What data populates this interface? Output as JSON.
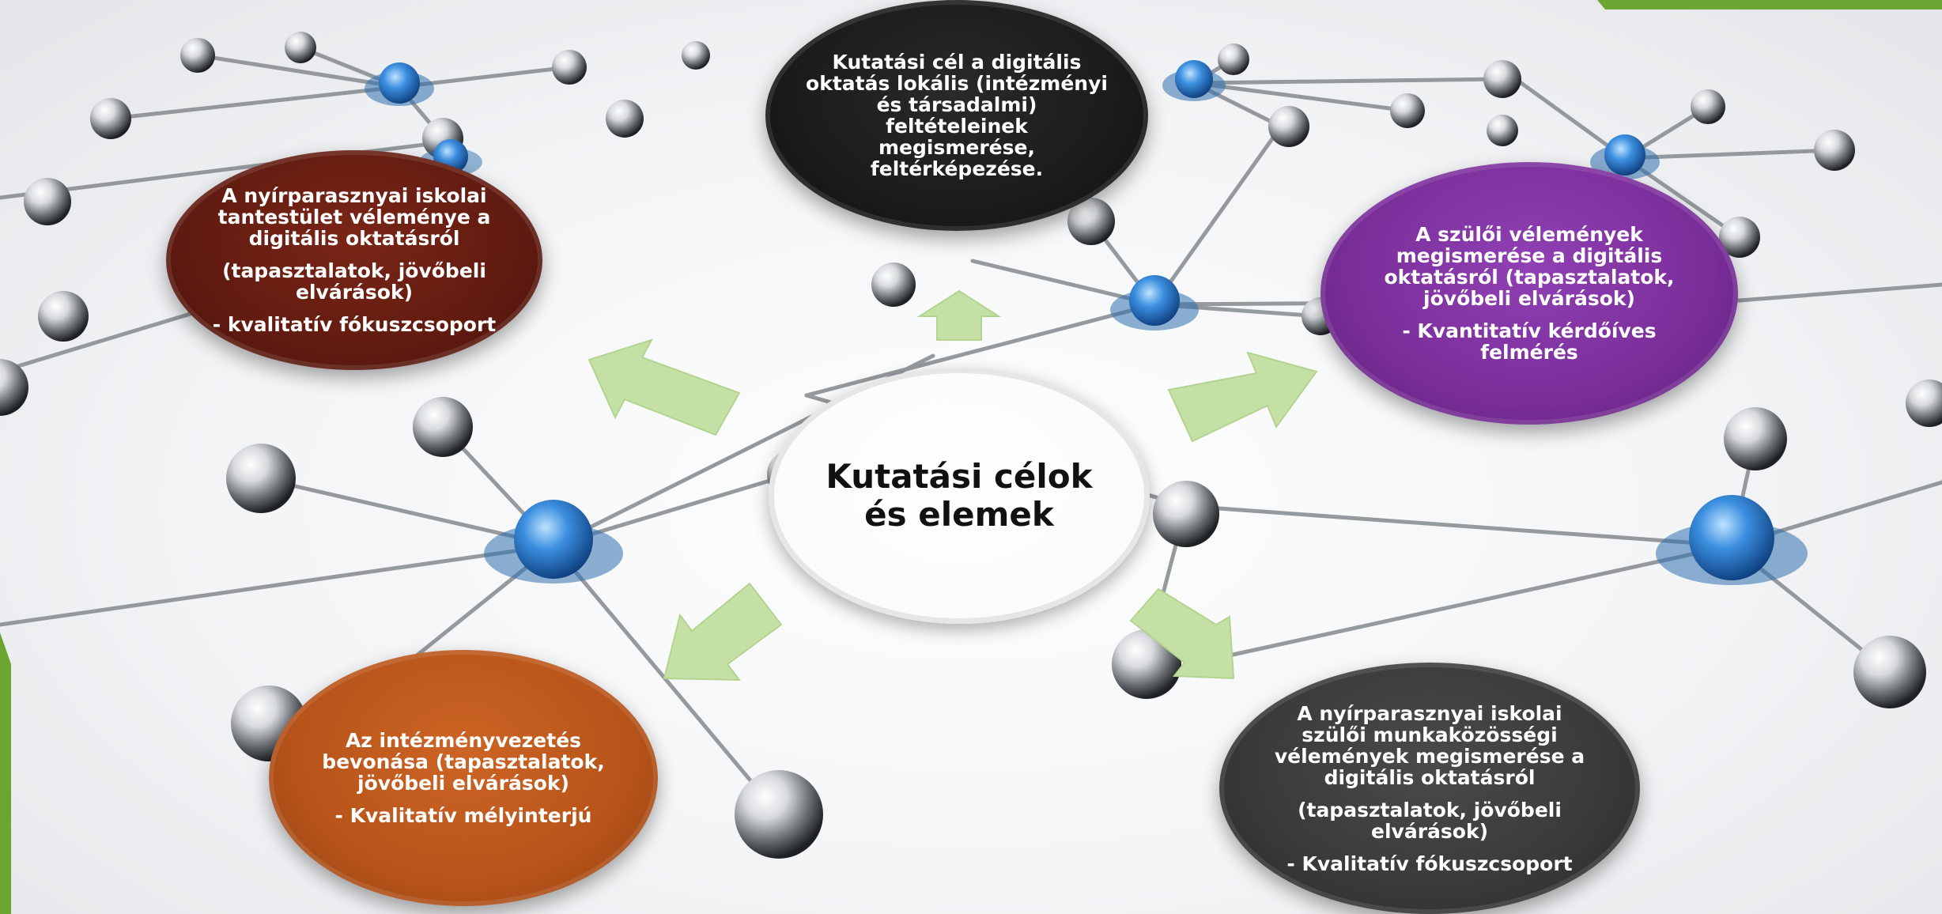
{
  "colors": {
    "arrow_fill": "#c5e0a5",
    "arrow_stroke": "#b3d491",
    "slide_accent": "#6aa631",
    "node_blue": "#1e6fc0",
    "node_silver": "#c8ccd0",
    "bubble_top": "#1b1b1b",
    "bubble_left": "#5f1a10",
    "bubble_right": "#7a2e9a",
    "bubble_bottom_left": "#b8541a",
    "bubble_bottom_right": "#3a3a3a",
    "bubble_center": "#ffffff"
  },
  "diagram": {
    "center": {
      "lines": [
        "Kutatási célok",
        "és elemek"
      ]
    },
    "top": {
      "lines": [
        "Kutatási cél a digitális",
        "oktatás lokális (intézményi",
        "és társadalmi)",
        "feltételeinek",
        "megismerése,",
        "feltérképezése."
      ]
    },
    "left": {
      "lines": [
        "A nyírparasznyai  iskolai",
        "tantestület véleménye a",
        "digitális oktatásról",
        "(tapasztalatok, jövőbeli",
        "elvárások)",
        "- kvalitatív fókuszcsoport"
      ]
    },
    "right": {
      "lines": [
        "A szülői vélemények",
        "megismerése a digitális",
        "oktatásról (tapasztalatok,",
        "jövőbeli elvárások)",
        "- Kvantitatív kérdőíves",
        "felmérés"
      ]
    },
    "bottom_left": {
      "lines": [
        "Az intézményvezetés",
        "bevonása (tapasztalatok,",
        "jövőbeli elvárások)",
        "- Kvalitatív mélyinterjú"
      ]
    },
    "bottom_right": {
      "lines": [
        "A nyírparasznyai iskolai",
        "szülői munkaközösségi",
        "vélemények megismerése a",
        "digitális oktatásról",
        "(tapasztalatok, jövőbeli",
        "elvárások)",
        "- Kvalitatív fókuszcsoport"
      ]
    }
  }
}
